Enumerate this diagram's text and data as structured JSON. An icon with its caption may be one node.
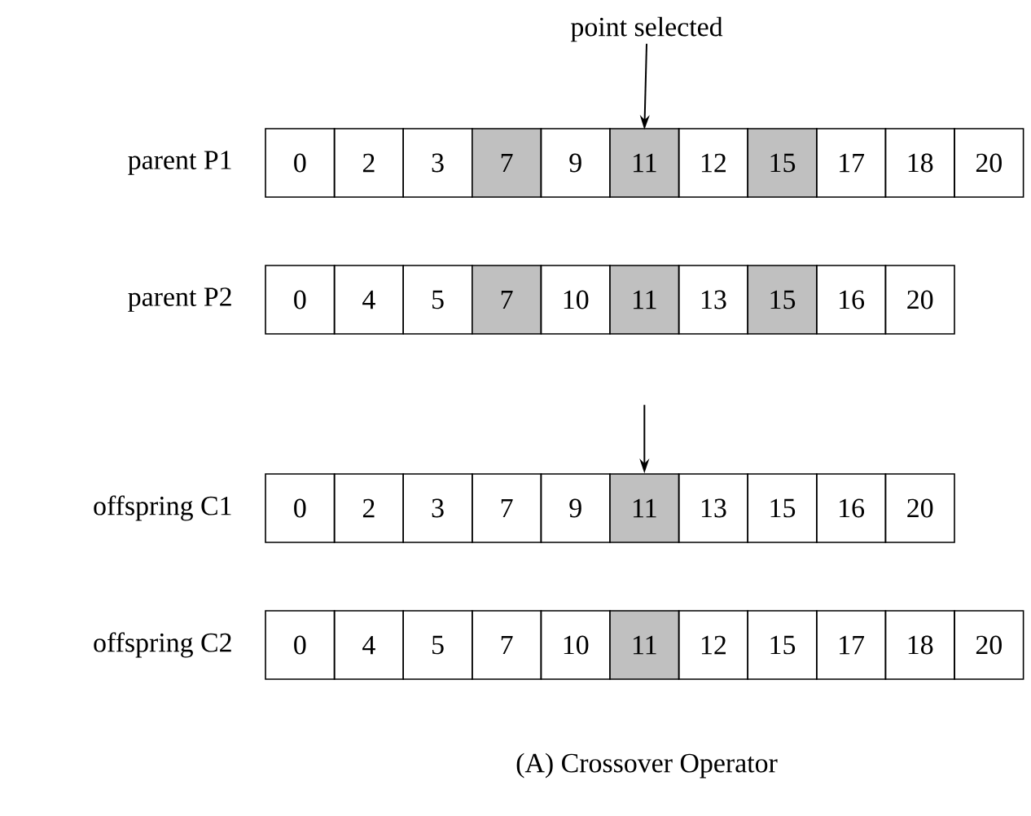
{
  "diagram": {
    "caption": "(A) Crossover Operator",
    "nodes": [
      {
        "text": [
          "point selected"
        ]
      },
      {
        "text": [
          "0"
        ]
      },
      {
        "text": [
          "2"
        ]
      },
      {
        "text": [
          "3"
        ]
      },
      {
        "text": [
          "7"
        ]
      },
      {
        "text": [
          "9"
        ]
      },
      {
        "text": [
          "11"
        ]
      },
      {
        "text": [
          "12"
        ]
      },
      {
        "text": [
          "15"
        ]
      },
      {
        "text": [
          "17"
        ]
      },
      {
        "text": [
          "18"
        ]
      },
      {
        "text": [
          "20"
        ]
      },
      {
        "text": [
          "0"
        ]
      },
      {
        "text": [
          "4"
        ]
      },
      {
        "text": [
          "5"
        ]
      },
      {
        "text": [
          "7"
        ]
      },
      {
        "text": [
          "10"
        ]
      },
      {
        "text": [
          "11"
        ]
      },
      {
        "text": [
          "13"
        ]
      },
      {
        "text": [
          "15"
        ]
      },
      {
        "text": [
          "16"
        ]
      },
      {
        "text": [
          "20"
        ]
      },
      {
        "text": [
          "0"
        ]
      },
      {
        "text": [
          "2"
        ]
      },
      {
        "text": [
          "3"
        ]
      },
      {
        "text": [
          "7"
        ]
      },
      {
        "text": [
          "9"
        ]
      },
      {
        "text": [
          "11"
        ]
      },
      {
        "text": [
          "13"
        ]
      },
      {
        "text": [
          "15"
        ]
      },
      {
        "text": [
          "16"
        ]
      },
      {
        "text": [
          "20"
        ]
      },
      {
        "text": [
          "0"
        ]
      },
      {
        "text": [
          "4"
        ]
      },
      {
        "text": [
          "5"
        ]
      },
      {
        "text": [
          "7"
        ]
      },
      {
        "text": [
          "10"
        ]
      },
      {
        "text": [
          "11"
        ]
      },
      {
        "text": [
          "12"
        ]
      },
      {
        "text": [
          "15"
        ]
      },
      {
        "text": [
          "17"
        ]
      },
      {
        "text": [
          "18"
        ]
      },
      {
        "text": [
          "20"
        ]
      }
    ],
    "edges": [
      {
        "from": 0,
        "to": 6,
        "arrow": "to"
      },
      {
        "from": null,
        "to": 27,
        "arrow": "to"
      }
    ],
    "labels": [
      "parent P1",
      "parent P2",
      "offspring C1",
      "offspring C2"
    ]
  }
}
